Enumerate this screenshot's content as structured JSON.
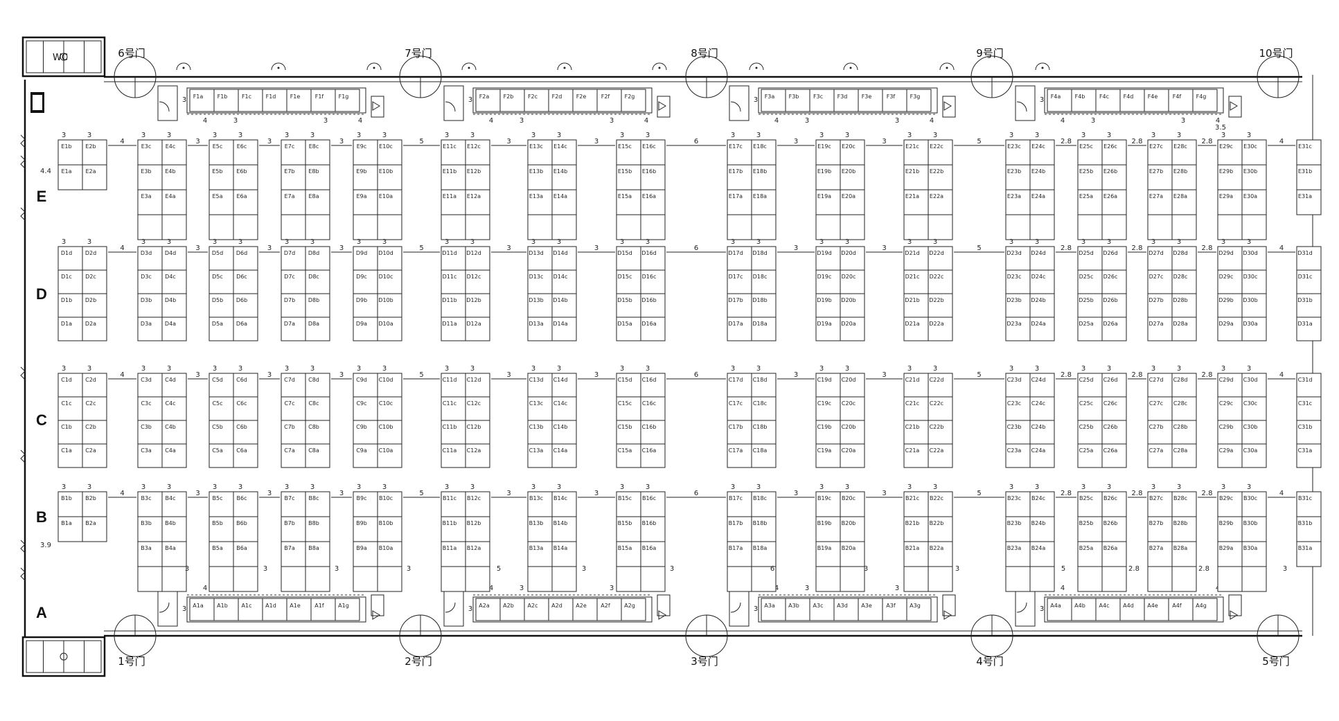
{
  "gates_top": [
    "6号门",
    "7号门",
    "8号门",
    "9号门",
    "10号门"
  ],
  "gates_bottom": [
    "1号门",
    "2号门",
    "3号门",
    "4号门",
    "5号门"
  ],
  "row_letters": [
    "E",
    "D",
    "C",
    "B",
    "A"
  ],
  "wc_label": "WC",
  "dim_labels": {
    "aisle_a": "3",
    "aisle_b": "4",
    "aisle_c": "5",
    "aisle_d": "6",
    "narrow": "2.8",
    "edge_e": "4.4",
    "edge_b": "3.9",
    "top_gap": "3.5"
  },
  "f_booths": [
    [
      "F1a",
      "F1b",
      "F1c",
      "F1d",
      "F1e",
      "F1f",
      "F1g"
    ],
    [
      "F2a",
      "F2b",
      "F2c",
      "F2d",
      "F2e",
      "F2f",
      "F2g"
    ],
    [
      "F3a",
      "F3b",
      "F3c",
      "F3d",
      "F3e",
      "F3f",
      "F3g"
    ],
    [
      "F4a",
      "F4b",
      "F4c",
      "F4d",
      "F4e",
      "F4f",
      "F4g"
    ]
  ],
  "a_booths": [
    [
      "A1a",
      "A1b",
      "A1c",
      "A1d",
      "A1e",
      "A1f",
      "A1g"
    ],
    [
      "A2a",
      "A2b",
      "A2c",
      "A2d",
      "A2e",
      "A2f",
      "A2g"
    ],
    [
      "A3a",
      "A3b",
      "A3c",
      "A3d",
      "A3e",
      "A3f",
      "A3g"
    ],
    [
      "A4a",
      "A4b",
      "A4c",
      "A4d",
      "A4e",
      "A4f",
      "A4g"
    ]
  ]
}
